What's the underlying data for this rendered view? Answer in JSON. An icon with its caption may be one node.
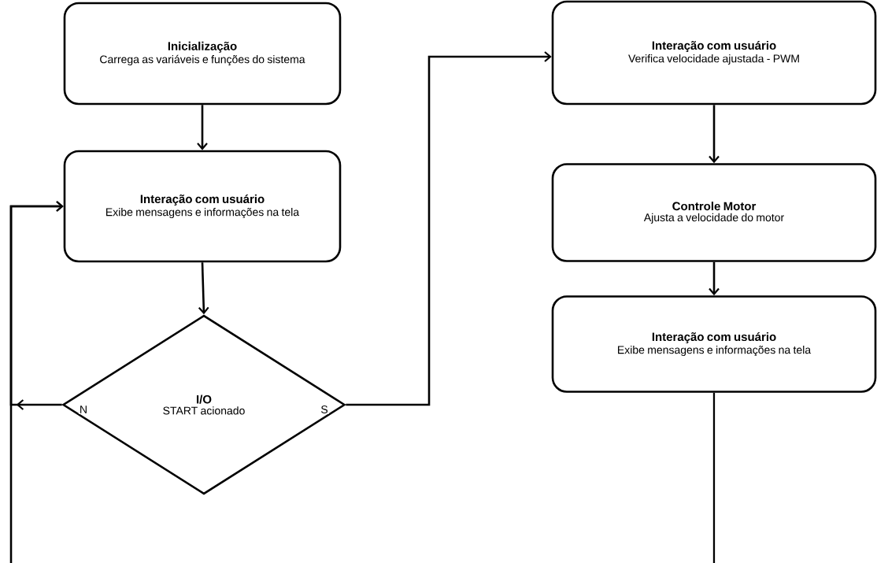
{
  "diagram": {
    "nodes": [
      {
        "text": [
          "Inicialização",
          "Carrega as variáveis e funções do sistema"
        ]
      },
      {
        "text": [
          "Interação com usuário",
          "Exibe mensagens e informações na tela"
        ]
      },
      {
        "text": [
          "I/O",
          "START acionado"
        ]
      },
      {
        "text": [
          "Interação com usuário",
          "Verifica velocidade ajustada - PWM"
        ]
      },
      {
        "text": [
          "Controle Motor",
          "Ajusta a velocidade do motor"
        ]
      },
      {
        "text": [
          "Interação com usuário",
          "Exibe mensagens e informações na tela"
        ]
      }
    ],
    "edges": [
      {
        "from": 0,
        "to": 1,
        "arrow": "to"
      },
      {
        "from": 1,
        "to": 2,
        "arrow": "to"
      },
      {
        "from": 2,
        "to": 3,
        "arrow": "to",
        "label": "S"
      },
      {
        "from": 2,
        "to": 1,
        "arrow": "to",
        "label": "N"
      },
      {
        "from": null,
        "to": 1,
        "arrow": "to"
      },
      {
        "from": 3,
        "to": 4,
        "arrow": "to"
      },
      {
        "from": 4,
        "to": 5,
        "arrow": "to"
      },
      {
        "from": 5,
        "to": null,
        "arrow": "none"
      }
    ]
  }
}
